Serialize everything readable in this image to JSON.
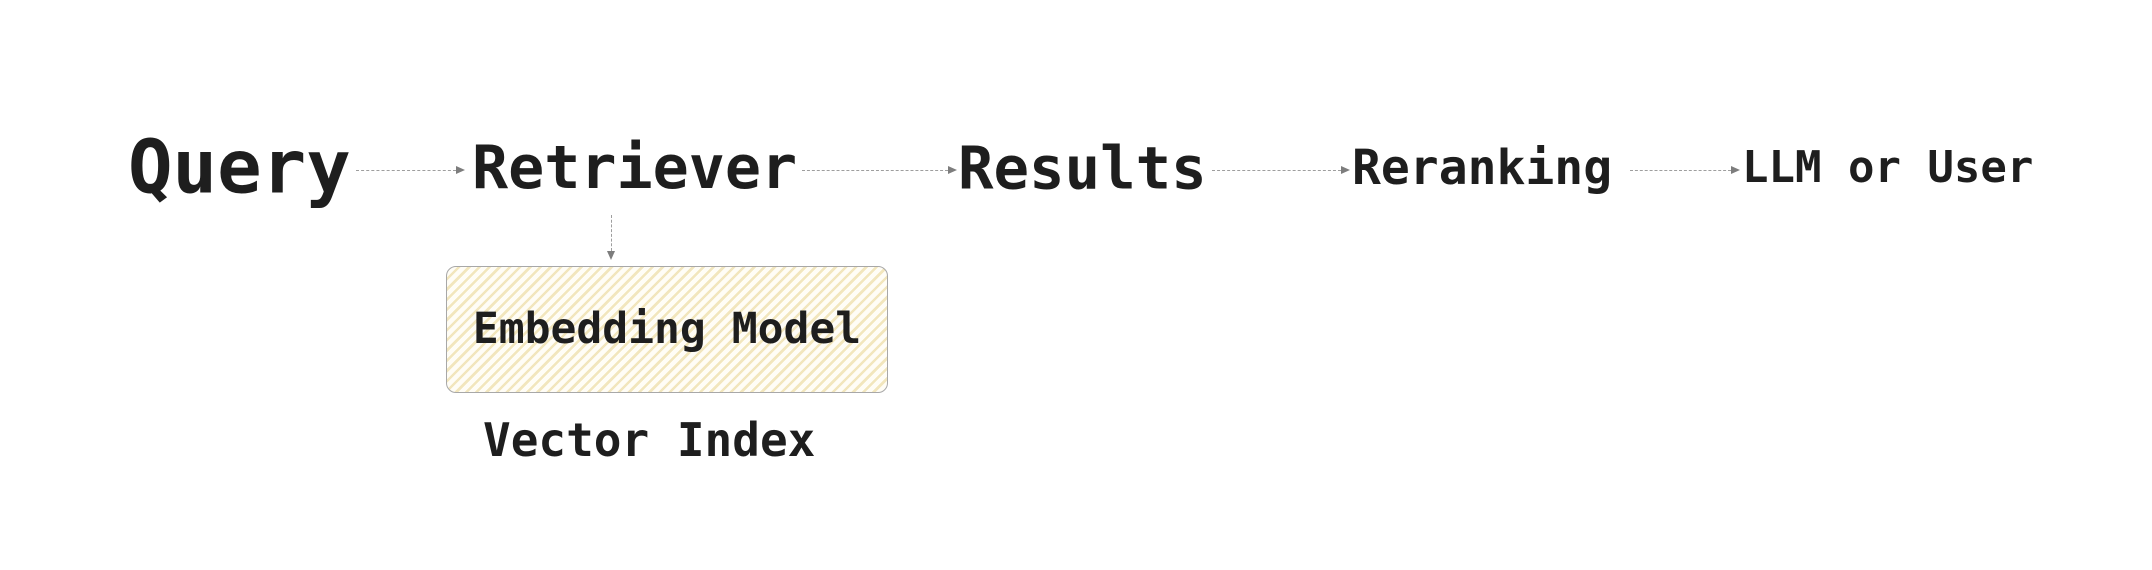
{
  "diagram": {
    "background_color": "#ffffff",
    "text_color": "#1e1e1e",
    "connector_color": "#9e9e9e",
    "arrowhead_color": "#7d7d7d",
    "nodes": {
      "query": {
        "label": "Query"
      },
      "retriever": {
        "label": "Retriever"
      },
      "results": {
        "label": "Results"
      },
      "reranking": {
        "label": "Reranking"
      },
      "llm_or_user": {
        "label": "LLM or User"
      },
      "embedding_model": {
        "label": "Embedding Model"
      },
      "vector_index": {
        "label": "Vector Index"
      }
    },
    "connectors": [
      {
        "from": "query",
        "to": "retriever",
        "style": "dashed-arrow",
        "orientation": "horizontal"
      },
      {
        "from": "retriever",
        "to": "results",
        "style": "dashed-arrow",
        "orientation": "horizontal"
      },
      {
        "from": "results",
        "to": "reranking",
        "style": "dashed-arrow",
        "orientation": "horizontal"
      },
      {
        "from": "reranking",
        "to": "llm_or_user",
        "style": "dashed-arrow",
        "orientation": "horizontal"
      },
      {
        "from": "retriever",
        "to": "embedding_model",
        "style": "dashed-arrow",
        "orientation": "vertical"
      }
    ],
    "embedding_box": {
      "fill_color": "#fffdf6",
      "stripe_color": "#f2e6bd",
      "border_color": "#a8a8a8",
      "hatch_direction": "diagonal-up-right"
    }
  }
}
